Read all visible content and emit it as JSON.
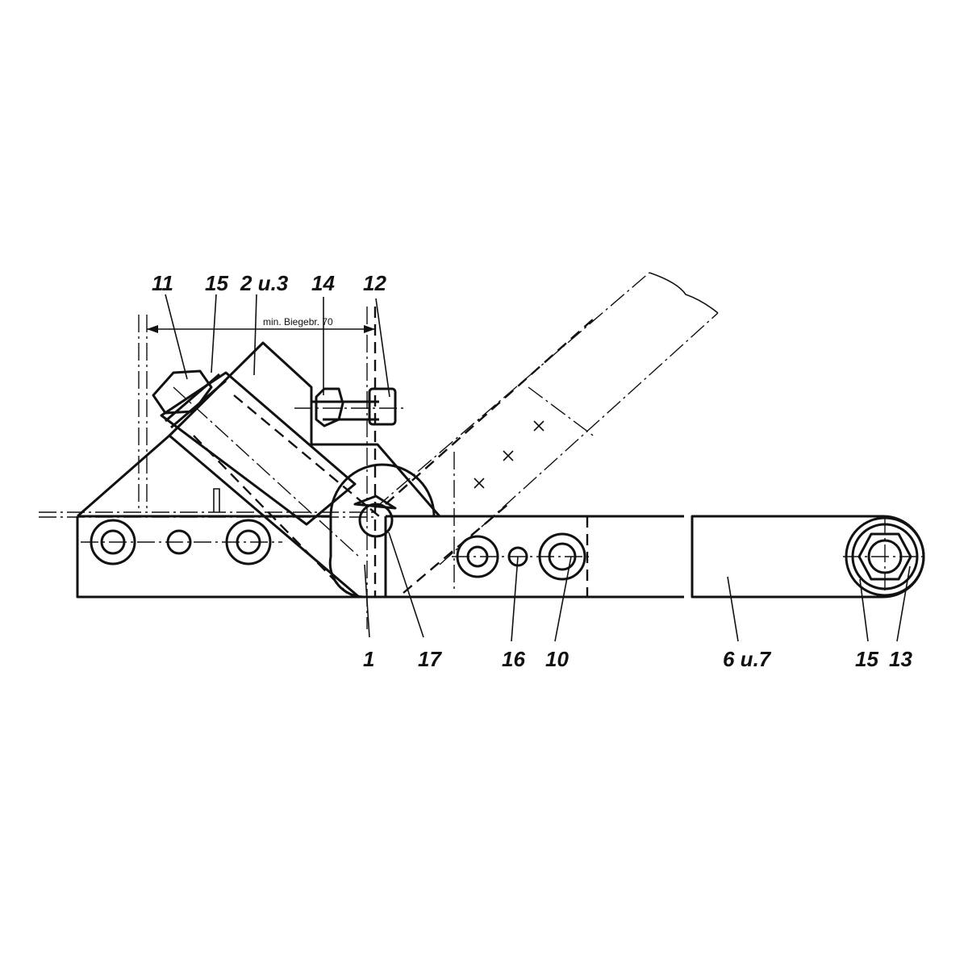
{
  "callouts": {
    "top": [
      "11",
      "15",
      "2 u.3",
      "14",
      "12"
    ],
    "bottom": [
      "1",
      "17",
      "16",
      "10",
      "6 u.7",
      "15",
      "13"
    ]
  },
  "dimension": {
    "text": "min. Biegebr. 70"
  }
}
